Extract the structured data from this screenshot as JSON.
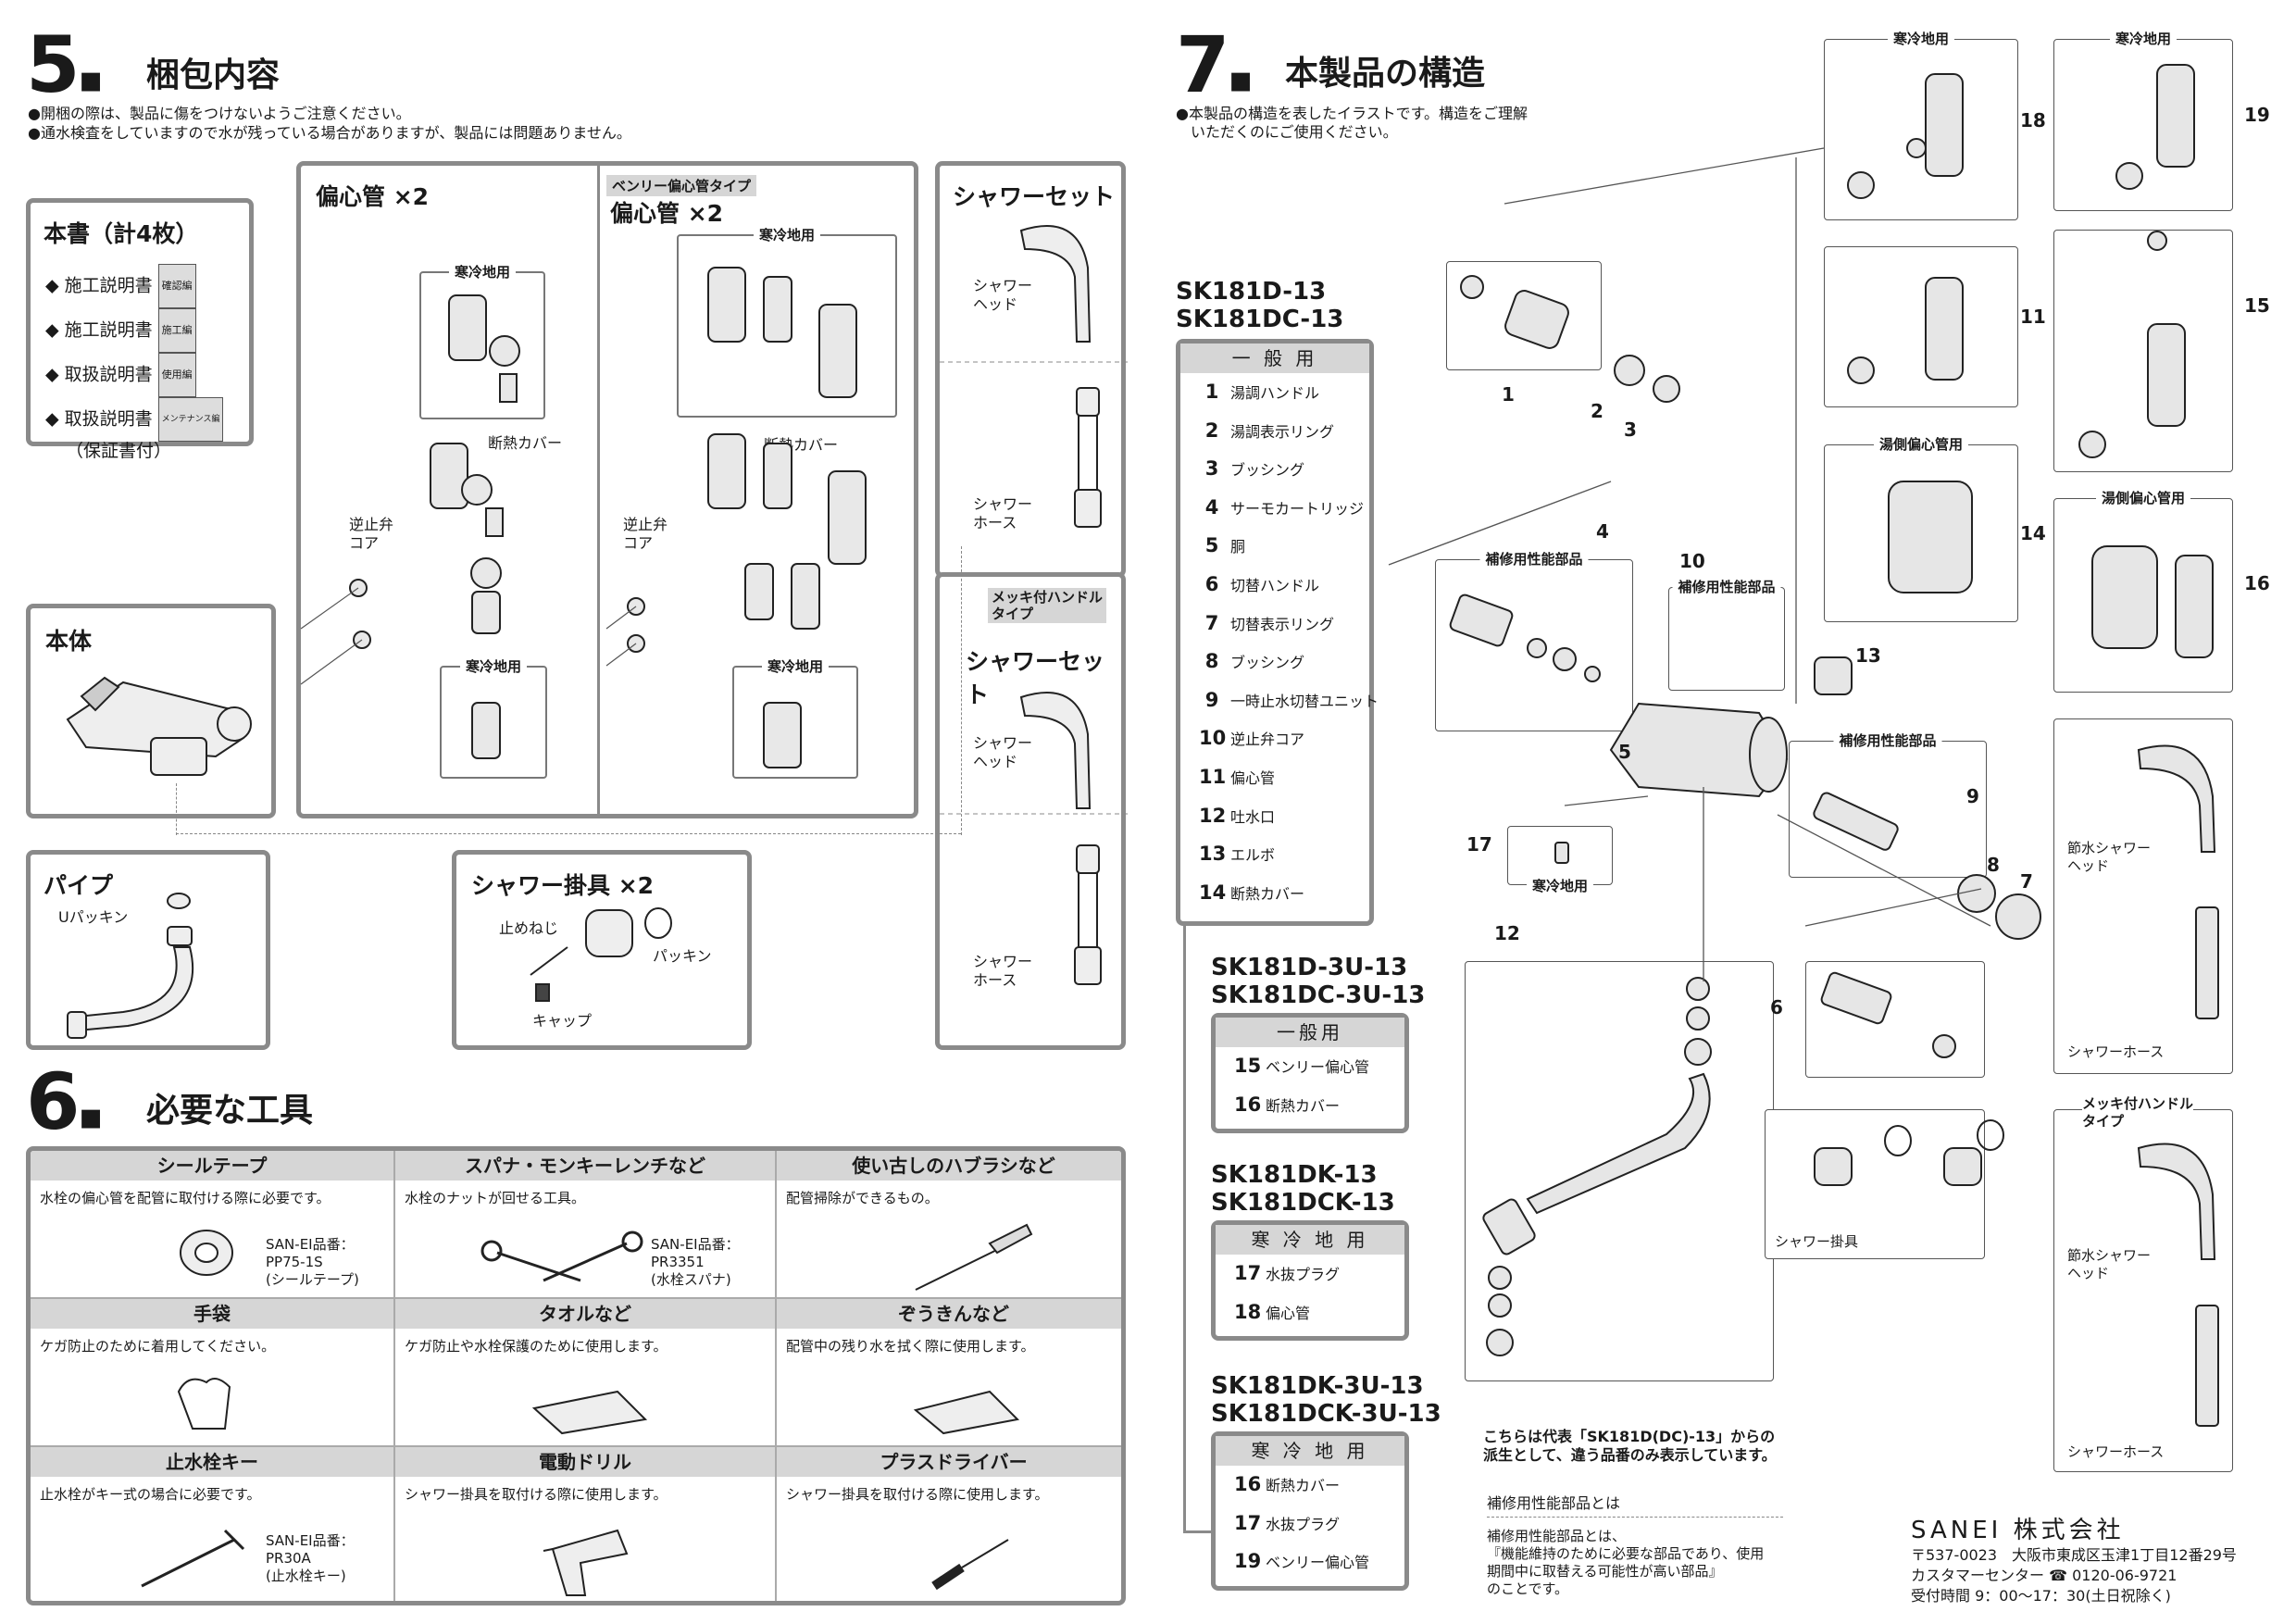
{
  "sec5": {
    "num": "5",
    "title": "梱包内容",
    "notes": [
      "●開梱の際は、製品に傷をつけないようご注意ください。",
      "●通水検査をしていますので水が残っている場合がありますが、製品には問題ありません。"
    ],
    "docs": {
      "title": "本書（計4枚）",
      "items": [
        {
          "label": "◆ 施工説明書",
          "tag": "確認編"
        },
        {
          "label": "◆ 施工説明書",
          "tag": "施工編"
        },
        {
          "label": "◆ 取扱説明書",
          "tag": "使用編"
        },
        {
          "label": "◆ 取扱説明書",
          "tag": "メンテナンス編"
        }
      ],
      "warranty": "（保証書付）"
    },
    "body_title": "本体",
    "pipe": {
      "title": "パイプ",
      "packing": "Uパッキン"
    },
    "eccentric": {
      "title": "偏心管 ×2",
      "cold": "寒冷地用",
      "cover": "断熱カバー",
      "check": "逆止弁\nコア",
      "cold2": "寒冷地用"
    },
    "benri": {
      "tag": "ベンリー偏心管タイプ",
      "title": "偏心管 ×2",
      "cold": "寒冷地用",
      "cover": "断熱カバー",
      "check": "逆止弁\nコア",
      "cold2": "寒冷地用"
    },
    "shower1": {
      "title": "シャワーセット",
      "head": "シャワー\nヘッド",
      "hose": "シャワー\nホース"
    },
    "shower2": {
      "tag": "メッキ付ハンドル\nタイプ",
      "title": "シャワーセット",
      "head": "シャワー\nヘッド",
      "hose": "シャワー\nホース"
    },
    "hook": {
      "title": "シャワー掛具 ×2",
      "screw": "止めねじ",
      "packing": "パッキン",
      "cap": "キャップ"
    }
  },
  "sec6": {
    "num": "6",
    "title": "必要な工具",
    "tools": [
      {
        "name": "シールテープ",
        "desc": "水栓の偏心管を配管に取付ける際に必要です。",
        "note": "SAN-EI品番：\nPP75-1S\n(シールテープ)"
      },
      {
        "name": "スパナ・モンキーレンチなど",
        "desc": "水栓のナットが回せる工具。",
        "note": "SAN-EI品番：\nPR3351\n(水栓スパナ)"
      },
      {
        "name": "使い古しのハブラシなど",
        "desc": "配管掃除ができるもの。",
        "note": ""
      },
      {
        "name": "手袋",
        "desc": "ケガ防止のために着用してください。",
        "note": ""
      },
      {
        "name": "タオルなど",
        "desc": "ケガ防止や水栓保護のために使用します。",
        "note": ""
      },
      {
        "name": "ぞうきんなど",
        "desc": "配管中の残り水を拭く際に使用します。",
        "note": ""
      },
      {
        "name": "止水栓キー",
        "desc": "止水栓がキー式の場合に必要です。",
        "note": "SAN-EI品番：\nPR30A\n(止水栓キー)"
      },
      {
        "name": "電動ドリル",
        "desc": "シャワー掛具を取付ける際に使用します。",
        "note": ""
      },
      {
        "name": "プラスドライバー",
        "desc": "シャワー掛具を取付ける際に使用します。",
        "note": ""
      }
    ]
  },
  "sec7": {
    "num": "7",
    "title": "本製品の構造",
    "notes": [
      "●本製品の構造を表したイラストです。構造をご理解",
      "　いただくのにご使用ください。"
    ],
    "model1": "SK181D-13\nSK181DC-13",
    "list1": {
      "head": "一 般 用",
      "items": [
        {
          "n": "1",
          "t": "湯調ハンドル"
        },
        {
          "n": "2",
          "t": "湯調表示リング"
        },
        {
          "n": "3",
          "t": "ブッシング"
        },
        {
          "n": "4",
          "t": "サーモカートリッジ"
        },
        {
          "n": "5",
          "t": "胴"
        },
        {
          "n": "6",
          "t": "切替ハンドル"
        },
        {
          "n": "7",
          "t": "切替表示リング"
        },
        {
          "n": "8",
          "t": "ブッシング"
        },
        {
          "n": "9",
          "t": "一時止水切替ユニット"
        },
        {
          "n": "10",
          "t": "逆止弁コア"
        },
        {
          "n": "11",
          "t": "偏心管"
        },
        {
          "n": "12",
          "t": "吐水口"
        },
        {
          "n": "13",
          "t": "エルボ"
        },
        {
          "n": "14",
          "t": "断熱カバー"
        }
      ]
    },
    "model2": "SK181D-3U-13\nSK181DC-3U-13",
    "list2": {
      "head": "一般用",
      "items": [
        {
          "n": "15",
          "t": "ベンリー偏心管"
        },
        {
          "n": "16",
          "t": "断熱カバー"
        }
      ]
    },
    "model3": "SK181DK-13\nSK181DCK-13",
    "list3": {
      "head": "寒 冷 地 用",
      "items": [
        {
          "n": "17",
          "t": "水抜プラグ"
        },
        {
          "n": "18",
          "t": "偏心管"
        }
      ]
    },
    "model4": "SK181DK-3U-13\nSK181DCK-3U-13",
    "list4": {
      "head": "寒 冷 地 用",
      "items": [
        {
          "n": "16",
          "t": "断熱カバー"
        },
        {
          "n": "17",
          "t": "水抜プラグ"
        },
        {
          "n": "19",
          "t": "ベンリー偏心管"
        }
      ]
    },
    "derived": "こちらは代表「SK181D(DC)-13」からの\n派生として、違う品番のみ表示しています。",
    "maint_title": "補修用性能部品とは",
    "maint_desc": "補修用性能部品とは、\n『機能維持のために必要な部品であり、使用\n期間中に取替える可能性が高い部品』\nのことです。",
    "frame_labels": {
      "cold": "寒冷地用",
      "hot_benri": "湯側偏心管用",
      "repair": "補修用性能部品",
      "saving_head": "節水シャワー\nヘッド",
      "hose": "シャワーホース",
      "hook": "シャワー掛具",
      "plated": "メッキ付ハンドル\nタイプ",
      "cold17": "寒冷地用"
    },
    "callouts": [
      "1",
      "2",
      "3",
      "4",
      "5",
      "6",
      "7",
      "8",
      "9",
      "10",
      "11",
      "12",
      "13",
      "14",
      "15",
      "16",
      "17",
      "18",
      "19"
    ]
  },
  "company": {
    "name": "SANEI 株式会社",
    "address": "〒537-0023　大阪市東成区玉津1丁目12番29号",
    "center": "カスタマーセンター ☎ 0120-06-9721",
    "hours": "受付時間 9：00～17：30(土日祝除く)"
  }
}
